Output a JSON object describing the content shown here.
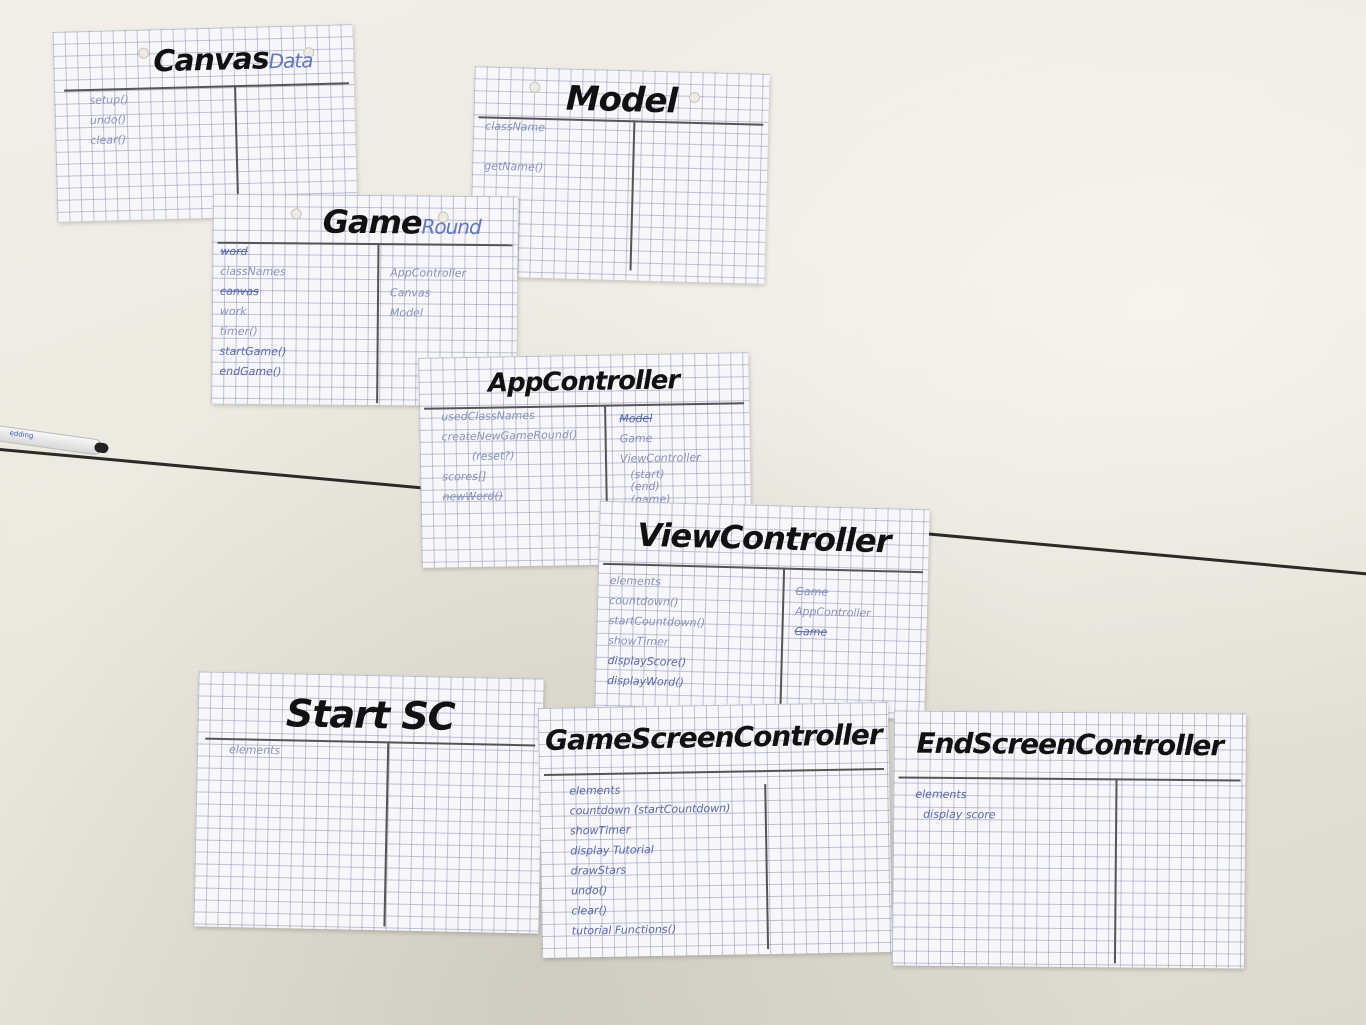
{
  "cards": {
    "canvas": {
      "title": "Canvas",
      "subtitle": "Data",
      "left": [
        "setup()",
        "undo()",
        "clear()"
      ],
      "right": []
    },
    "model": {
      "title": "Model",
      "left": [
        "className",
        "getName()"
      ],
      "right": []
    },
    "game": {
      "title": "Game",
      "subtitle": "Round",
      "left": [
        "word",
        "classNames",
        "canvas",
        "work",
        "timer()",
        "startGame()",
        "endGame()"
      ],
      "right": [
        "AppController",
        "Canvas",
        "Model"
      ]
    },
    "appcontroller": {
      "title": "AppController",
      "left": [
        "usedClassNames",
        "createNewGameRound()",
        "(reset?)",
        "scores[]",
        "newWord()"
      ],
      "right": [
        "Model",
        "Game",
        "ViewController",
        "(start)",
        "(end)",
        "(game)"
      ]
    },
    "viewcontroller": {
      "title": "ViewController",
      "left": [
        "elements",
        "countdown()",
        "startCountdown()",
        "showTimer",
        "displayScore()",
        "displayWord()"
      ],
      "right": [
        "Game",
        "AppController",
        "Game"
      ]
    },
    "startsc": {
      "title": "Start SC",
      "left": [
        "elements"
      ],
      "right": []
    },
    "gamescreencontroller": {
      "title": "GameScreenController",
      "left": [
        "elements",
        "countdown (startCountdown)",
        "showTimer",
        "display Tutorial",
        "drawStars",
        "undo()",
        "clear()",
        "tutorial Functions()"
      ],
      "right": []
    },
    "endscreencontroller": {
      "title": "EndScreenController",
      "left": [
        "elements",
        "display score"
      ],
      "right": []
    }
  }
}
